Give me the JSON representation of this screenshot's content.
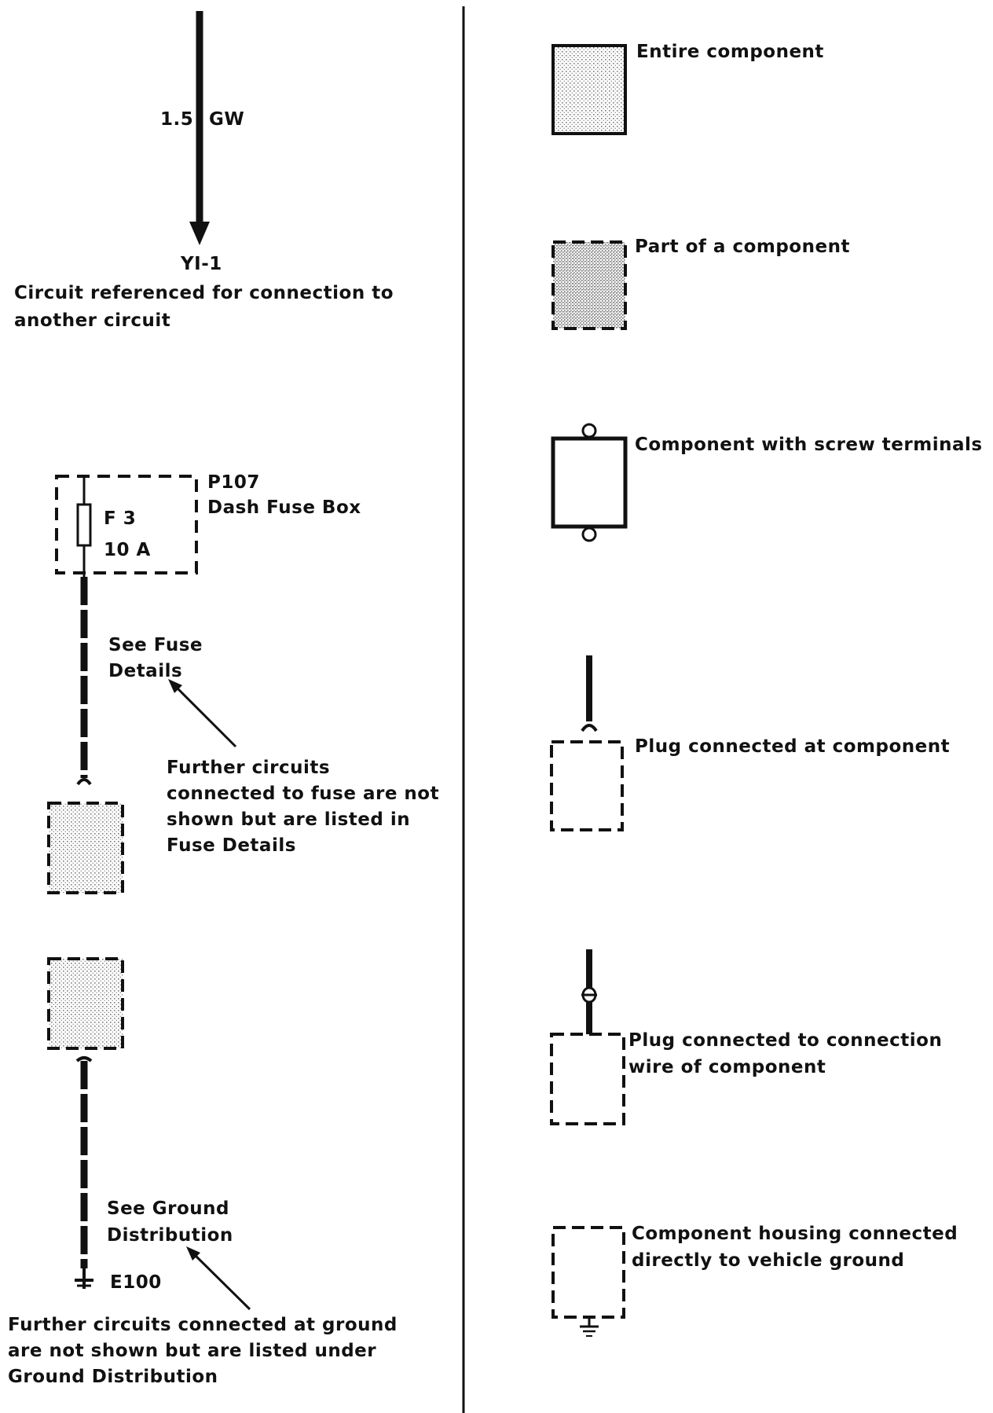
{
  "wire_reference": {
    "gauge": "1.5",
    "color_code": "GW",
    "ref_id": "YI-1",
    "caption_line1": "Circuit referenced for connection to",
    "caption_line2": "another circuit"
  },
  "fuse_box": {
    "id": "P107",
    "name": "Dash Fuse Box",
    "fuse_id": "F 3",
    "fuse_rating": "10 A",
    "note_line1": "See Fuse",
    "note_line2": "Details",
    "further_line1": "Further circuits",
    "further_line2": "connected to fuse are not",
    "further_line3": "shown but are listed in",
    "further_line4": "Fuse Details"
  },
  "ground": {
    "note_line1": "See Ground",
    "note_line2": "Distribution",
    "ground_id": "E100",
    "further_line1": "Further circuits connected at ground",
    "further_line2": "are not shown but are listed under",
    "further_line3": "Ground Distribution"
  },
  "legend": {
    "entire": "Entire component",
    "part": "Part of a component",
    "screw": "Component with screw terminals",
    "plug_at": "Plug connected at component",
    "plug_wire_line1": "Plug connected to connection",
    "plug_wire_line2": "wire of component",
    "housing_line1": "Component housing connected",
    "housing_line2": "directly to vehicle ground"
  },
  "colors": {
    "ink": "#111111",
    "stipple": "#9a9a9a",
    "background": "#ffffff"
  }
}
